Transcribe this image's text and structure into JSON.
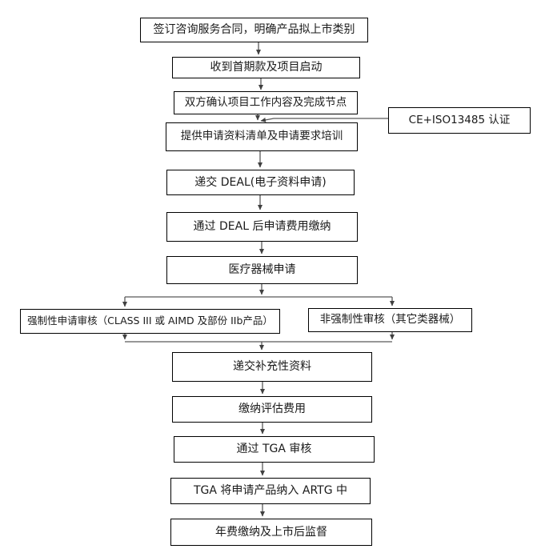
{
  "flowchart": {
    "nodes": {
      "sign_contract": "签订咨询服务合同，明确产品拟上市类别",
      "first_payment": "收到首期款及项目启动",
      "confirm_scope": "双方确认项目工作内容及完成节点",
      "ce_iso_cert": "CE+ISO13485 认证",
      "provide_training": "提供申请资料清单及申请要求培训",
      "submit_deal": "递交 DEAL(电子资料申请)",
      "deal_fee": "通过 DEAL 后申请费用缴纳",
      "device_application": "医疗器械申请",
      "mandatory_review": "强制性申请审核（CLASS III 或 AIMD 及部份 IIb产品）",
      "non_mandatory_review": "非强制性审核（其它类器械）",
      "supplementary_materials": "递交补充性资料",
      "evaluation_fee": "缴纳评估费用",
      "tga_review": "通过 TGA 审核",
      "artg_inclusion": "TGA 将申请产品纳入 ARTG 中",
      "annual_fee": "年费缴纳及上市后监督"
    },
    "colors": {
      "background": "#ffffff",
      "box_border": "#000000",
      "connector": "#595959",
      "arrowhead": "#404040",
      "text": "#1a1a1a"
    }
  }
}
